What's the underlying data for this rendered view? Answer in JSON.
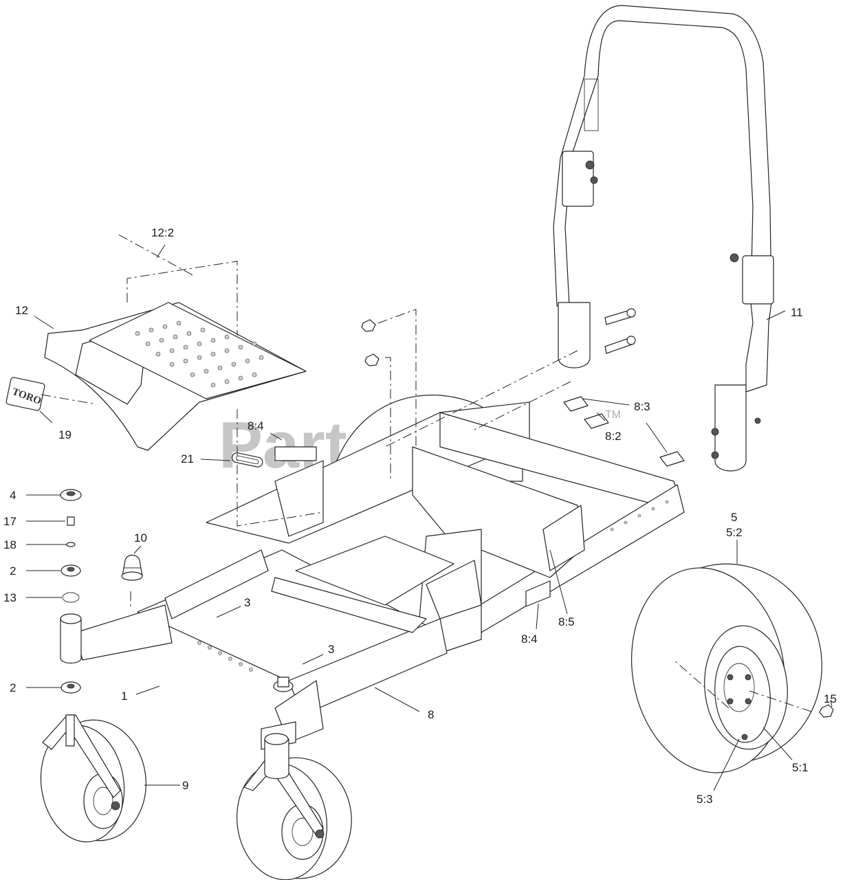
{
  "watermark": {
    "text": "PartsTree",
    "trademark": "TM"
  },
  "callouts": {
    "c1": "1",
    "c2a": "2",
    "c2b": "2",
    "c3a": "3",
    "c3b": "3",
    "c4": "4",
    "c5": "5",
    "c5_1": "5:1",
    "c5_2": "5:2",
    "c5_3": "5:3",
    "c8": "8",
    "c8_2": "8:2",
    "c8_3": "8:3",
    "c8_4a": "8:4",
    "c8_4b": "8:4",
    "c8_5": "8:5",
    "c9": "9",
    "c10": "10",
    "c11": "11",
    "c12": "12",
    "c12_2": "12:2",
    "c13": "13",
    "c15": "15",
    "c17": "17",
    "c18": "18",
    "c19": "19",
    "c21": "21"
  },
  "logo_text": "TORO"
}
